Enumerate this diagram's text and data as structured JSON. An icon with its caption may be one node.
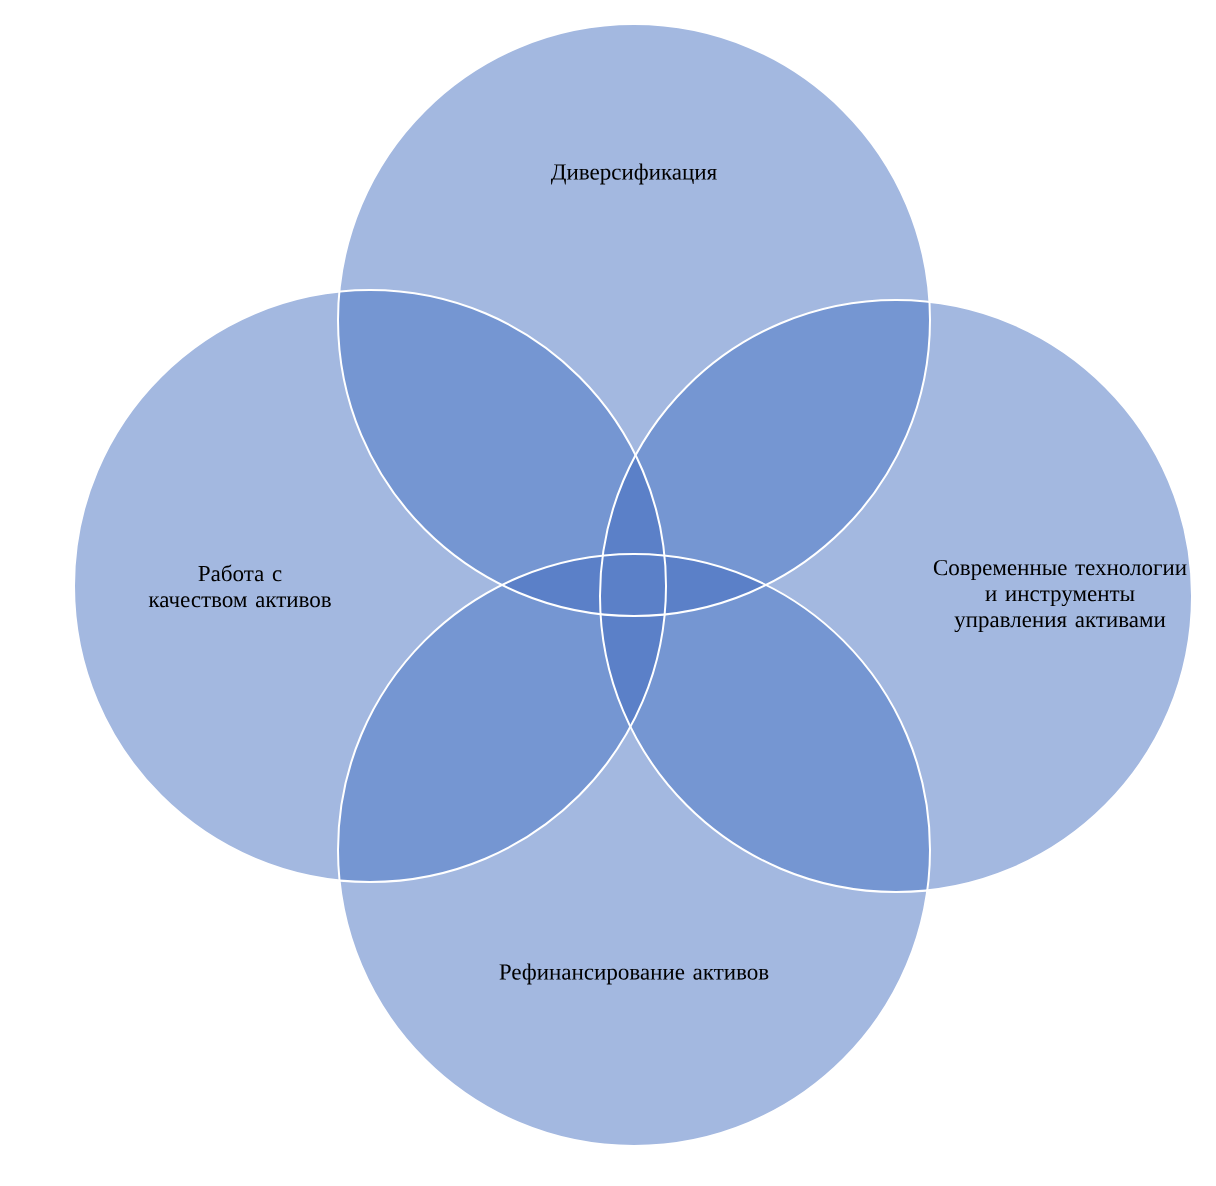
{
  "diagram": {
    "nodes": [
      {
        "text": [
          "Диверсификация"
        ]
      },
      {
        "text": [
          "Работа с качеством активов"
        ]
      },
      {
        "text": [
          "Современные технологии и инструменты управления активами"
        ]
      },
      {
        "text": [
          "Рефинансирование активов"
        ]
      }
    ]
  }
}
